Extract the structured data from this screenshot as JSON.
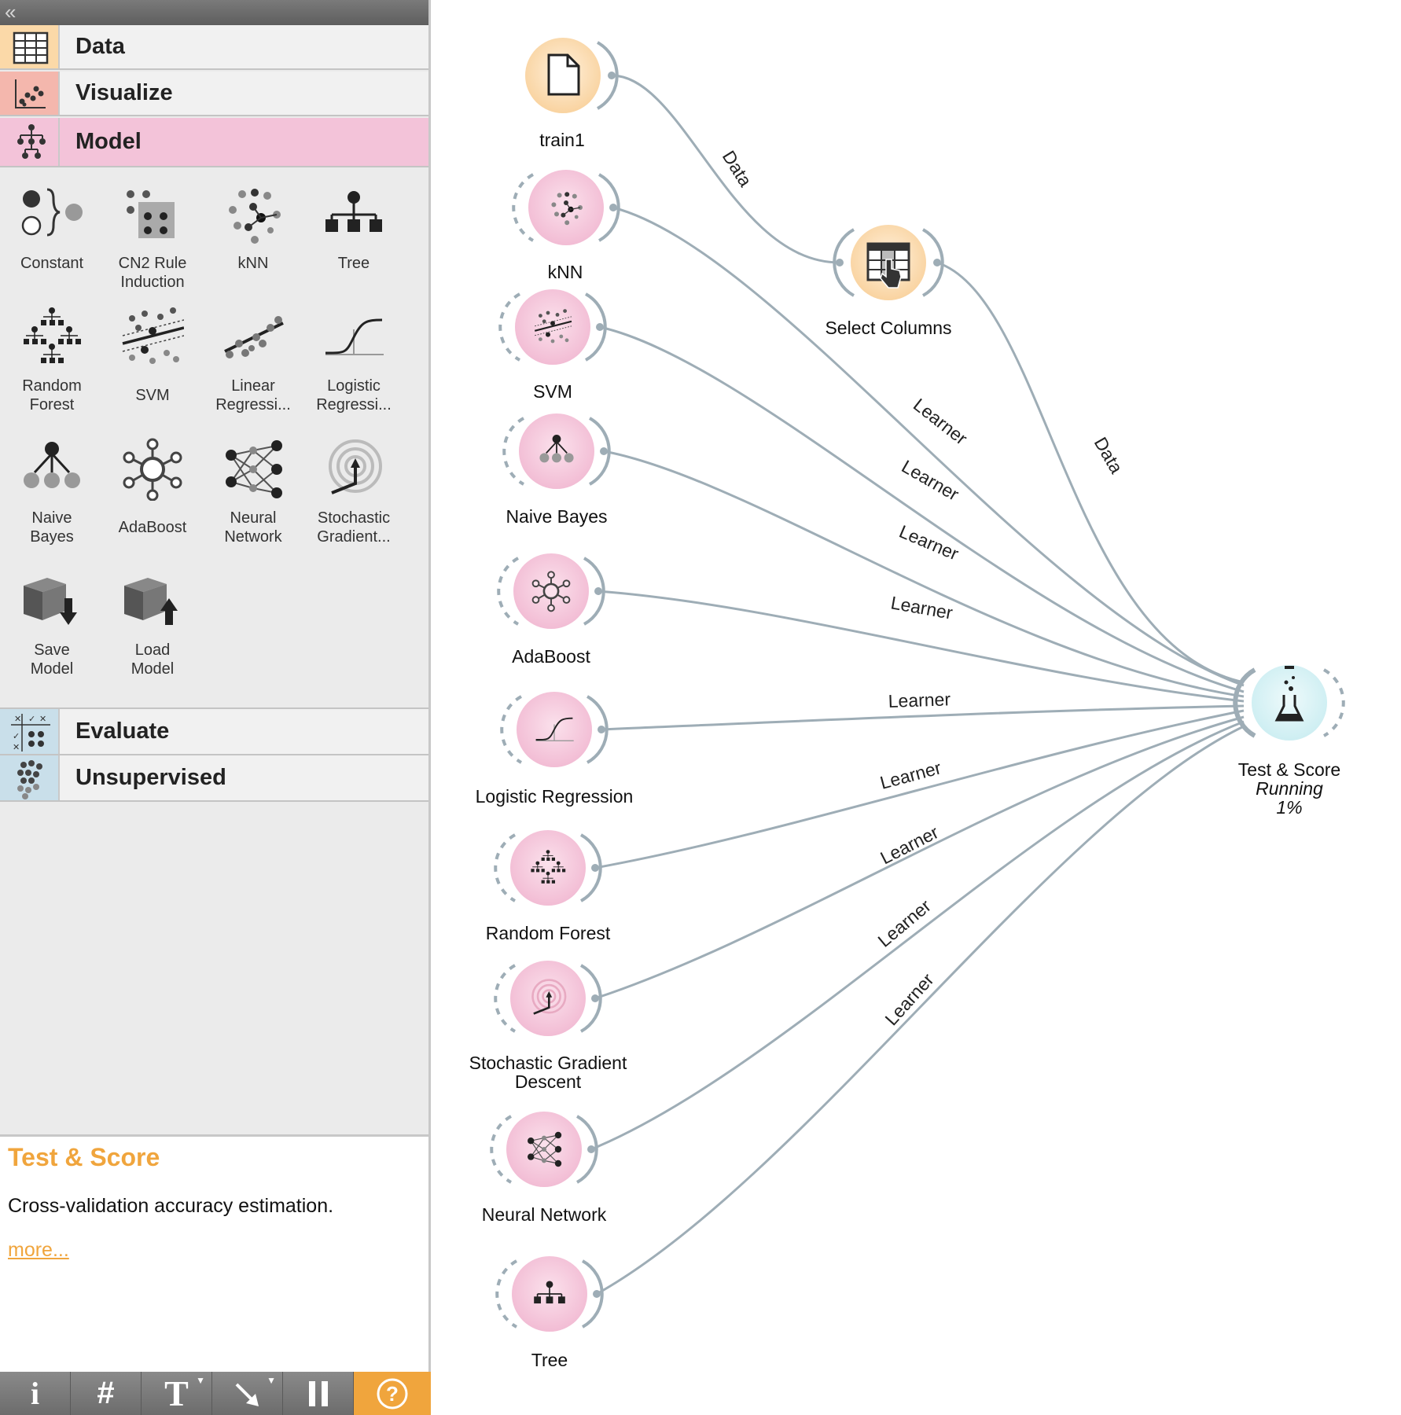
{
  "sidebar": {
    "categories": {
      "data": "Data",
      "visualize": "Visualize",
      "model": "Model",
      "evaluate": "Evaluate",
      "unsupervised": "Unsupervised"
    },
    "widgets": [
      {
        "label": "Constant"
      },
      {
        "label": "CN2 Rule\nInduction"
      },
      {
        "label": "kNN"
      },
      {
        "label": "Tree"
      },
      {
        "label": "Random\nForest"
      },
      {
        "label": "SVM"
      },
      {
        "label": "Linear\nRegressi..."
      },
      {
        "label": "Logistic\nRegressi..."
      },
      {
        "label": "Naive\nBayes"
      },
      {
        "label": "AdaBoost"
      },
      {
        "label": "Neural\nNetwork"
      },
      {
        "label": "Stochastic\nGradient..."
      },
      {
        "label": "Save\nModel"
      },
      {
        "label": "Load\nModel"
      }
    ]
  },
  "help": {
    "title": "Test & Score",
    "description": "Cross-validation accuracy estimation.",
    "more": "more..."
  },
  "toolbar": {
    "info": "i",
    "grid": "#",
    "text": "T",
    "help": "?"
  },
  "canvas": {
    "nodes": {
      "train1": "train1",
      "knn": "kNN",
      "select_columns": "Select Columns",
      "svm": "SVM",
      "naive_bayes": "Naive Bayes",
      "adaboost": "AdaBoost",
      "logistic_regression": "Logistic Regression",
      "random_forest": "Random Forest",
      "sgd_line1": "Stochastic Gradient",
      "sgd_line2": "Descent",
      "neural_network": "Neural Network",
      "tree": "Tree",
      "test_score": "Test & Score",
      "test_score_status": "Running",
      "test_score_progress": "1%"
    },
    "link_labels": {
      "data": "Data",
      "learner": "Learner"
    }
  },
  "colors": {
    "model_accent": "#f3c3d9",
    "data_accent": "#fbd9a8",
    "evaluate_accent": "#c9dfea",
    "help_title": "#f0a53d",
    "link": "#9eadb6"
  }
}
